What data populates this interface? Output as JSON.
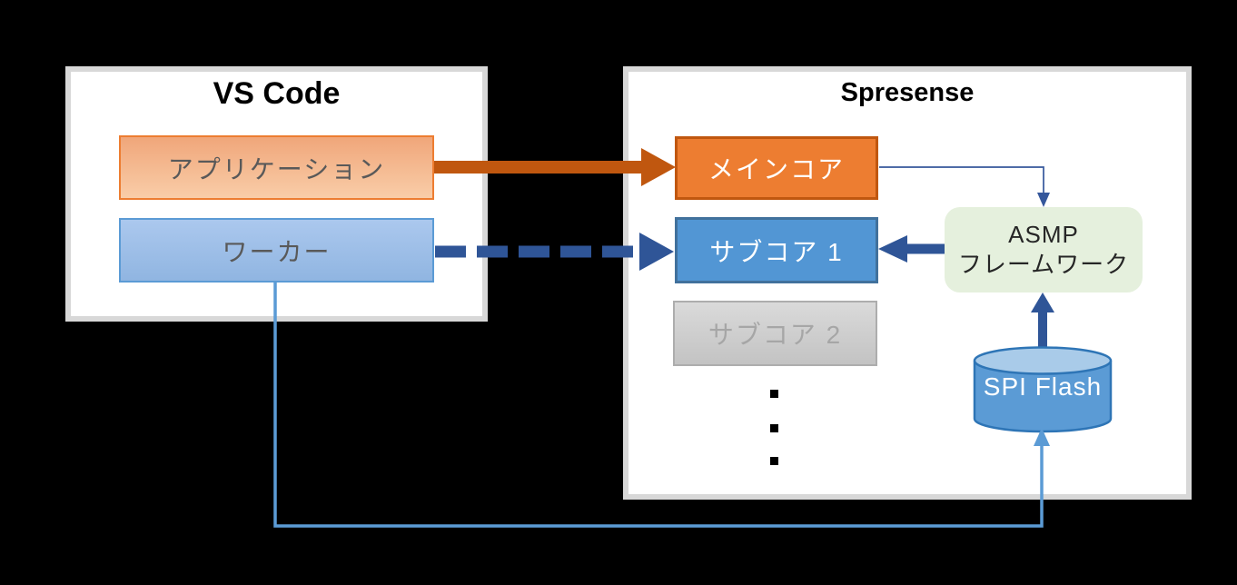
{
  "vscode_panel": {
    "title": "VS Code",
    "application_label": "アプリケーション",
    "worker_label": "ワーカー"
  },
  "spresense_panel": {
    "title": "Spresense",
    "maincore_label": "メインコア",
    "subcore1_label": "サブコア 1",
    "subcore2_label": "サブコア 2",
    "asmp_label_line1": "ASMP",
    "asmp_label_line2": "フレームワーク",
    "spiflash_label": "SPI Flash"
  },
  "colors": {
    "background": "#000000",
    "panel_fill": "#ffffff",
    "panel_border": "#d8d8d8",
    "orange_fill": "#ed7d31",
    "orange_arrow": "#c0570f",
    "blue_node_fill": "#5296d4",
    "blue_node_border": "#41719c",
    "dark_blue_arrow": "#2f5597",
    "light_blue_line": "#5b9bd5",
    "gray_node_fill": "#cccccc",
    "gray_node_text": "#a6a6a6",
    "green_fill": "#e5f0dd",
    "cylinder_top_fill": "#a9cbe9",
    "cylinder_border": "#2e75b6"
  }
}
